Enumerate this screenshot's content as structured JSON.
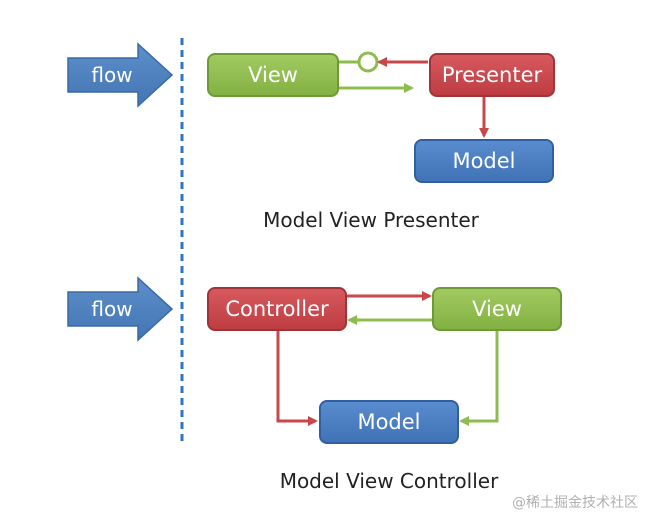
{
  "colors": {
    "view_green": "#8fbc4f",
    "view_green_border": "#6e9a35",
    "presenter_red": "#c9464b",
    "presenter_red_border": "#a03338",
    "model_blue": "#4a7ec2",
    "model_blue_border": "#2f5f9e",
    "flow_blue": "#4f81bd",
    "divider_blue": "#2e74c0"
  },
  "mvp": {
    "flow_label": "flow",
    "view_label": "View",
    "presenter_label": "Presenter",
    "model_label": "Model",
    "caption": "Model View Presenter"
  },
  "mvc": {
    "flow_label": "flow",
    "controller_label": "Controller",
    "view_label": "View",
    "model_label": "Model",
    "caption": "Model View Controller"
  },
  "watermark": "@稀土掘金技术社区"
}
